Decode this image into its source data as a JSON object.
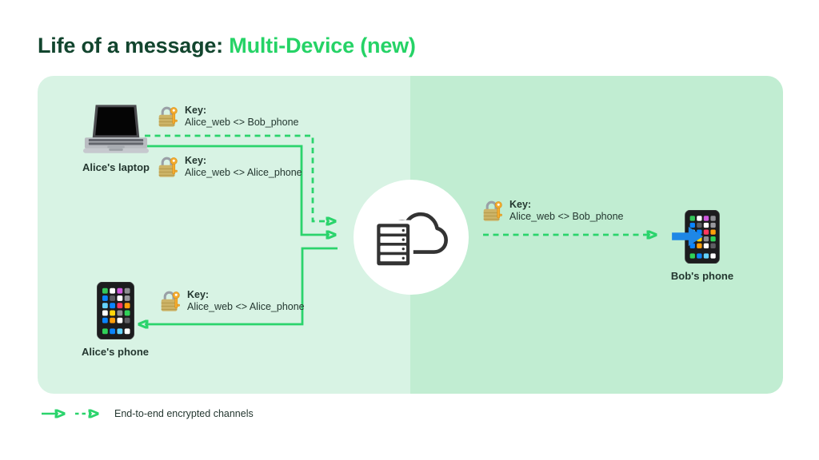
{
  "title": {
    "prefix": "Life of a message:",
    "highlight": "Multi-Device (new)"
  },
  "devices": {
    "alice_laptop": {
      "label": "Alice's laptop",
      "icon": "laptop-icon"
    },
    "alice_phone": {
      "label": "Alice's phone",
      "icon": "smartphone-icon"
    },
    "bob_phone": {
      "label": "Bob's phone",
      "icon": "smartphone-icon"
    }
  },
  "server": {
    "icon": "server-cloud-icon"
  },
  "message_arrow": {
    "icon": "blue-message-arrow-icon"
  },
  "keys": [
    {
      "heading": "Key:",
      "pair": "Alice_web <> Bob_phone",
      "icon": "lock-with-key-icon"
    },
    {
      "heading": "Key:",
      "pair": "Alice_web <> Alice_phone",
      "icon": "lock-with-key-icon"
    },
    {
      "heading": "Key:",
      "pair": "Alice_web <> Alice_phone",
      "icon": "lock-with-key-icon"
    },
    {
      "heading": "Key:",
      "pair": "Alice_web <> Bob_phone",
      "icon": "lock-with-key-icon"
    }
  ],
  "legend": {
    "label": "End-to-end encrypted channels",
    "solid_arrow_icon": "solid-green-arrow-icon",
    "dashed_arrow_icon": "dashed-green-arrow-icon"
  },
  "colors": {
    "accent_green": "#25d366",
    "title_dark": "#12452e",
    "panel_left_bg": "#d8f3e4",
    "panel_right_bg": "#c1edd2",
    "arrow_green": "#2bd46c",
    "message_arrow_blue": "#1e87e6",
    "text_dark": "#243730"
  }
}
